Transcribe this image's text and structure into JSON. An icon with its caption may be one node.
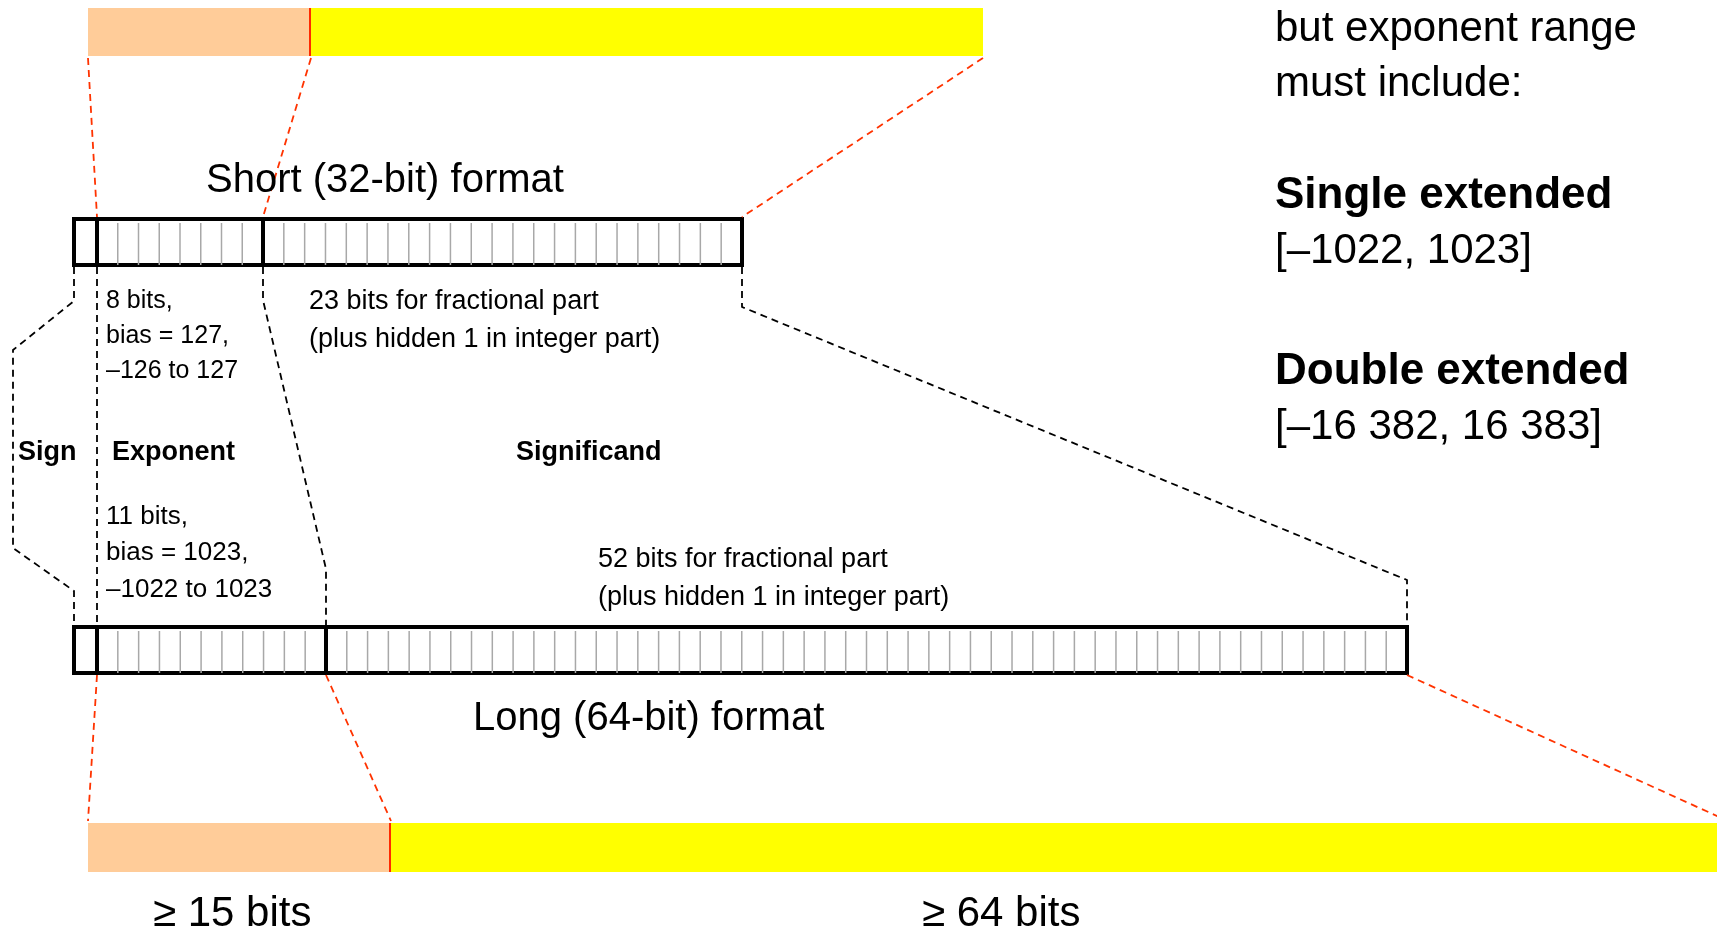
{
  "diagram": {
    "nodes": [
      {
        "text": [],
        "shape": "bar"
      },
      {
        "text": [],
        "shape": "bar",
        "in": 0
      },
      {
        "text": [],
        "shape": "bar",
        "in": 0
      },
      {
        "text": [],
        "shape": "bar"
      },
      {
        "text": [],
        "shape": "bar",
        "in": 3
      },
      {
        "text": [],
        "shape": "bar",
        "in": 3
      },
      {
        "text": [],
        "shape": "bar",
        "in": 3
      },
      {
        "text": [],
        "shape": "bar"
      },
      {
        "text": [],
        "shape": "bar",
        "in": 7
      },
      {
        "text": [],
        "shape": "bar",
        "in": 7
      },
      {
        "text": [],
        "shape": "bar",
        "in": 7
      },
      {
        "text": [],
        "shape": "bar"
      },
      {
        "text": [],
        "shape": "bar",
        "in": 11
      },
      {
        "text": [],
        "shape": "bar",
        "in": 11
      }
    ],
    "edges": [
      {
        "from": 1,
        "to": 5,
        "arrow": "none",
        "style": "dashed"
      },
      {
        "from": 1,
        "to": 5,
        "arrow": "none",
        "style": "dashed"
      },
      {
        "from": 2,
        "to": 6,
        "arrow": "none",
        "style": "dashed"
      },
      {
        "from": 4,
        "to": 8,
        "arrow": "none",
        "style": "dashed",
        "color": "#000000"
      },
      {
        "from": 5,
        "to": 9,
        "arrow": "none",
        "style": "dashed",
        "color": "#000000"
      },
      {
        "from": 5,
        "to": 9,
        "arrow": "none",
        "style": "dashed",
        "color": "#000000"
      },
      {
        "from": 6,
        "to": 10,
        "arrow": "none",
        "style": "dashed",
        "color": "#000000"
      },
      {
        "from": 9,
        "to": 12,
        "arrow": "none",
        "style": "dashed"
      },
      {
        "from": 9,
        "to": 12,
        "arrow": "none",
        "style": "dashed"
      },
      {
        "from": 10,
        "to": 13,
        "arrow": "none",
        "style": "dashed"
      }
    ],
    "labels": [
      "but exponent range must include:",
      "Short (32-bit) format",
      "Single extended",
      "[–1022, 1023]",
      "8 bits, bias = 127, –126 to 127",
      "23 bits for fractional part (plus hidden 1 in integer part)",
      "Double extended",
      "[–16 382, 16 383]",
      "Sign",
      "Exponent",
      "Significand",
      "11 bits, bias = 1023, –1022 to 1023",
      "52 bits for fractional part (plus hidden 1 in integer part)",
      "Long (64-bit) format",
      "≥ 15 bits",
      "≥ 64 bits"
    ]
  }
}
